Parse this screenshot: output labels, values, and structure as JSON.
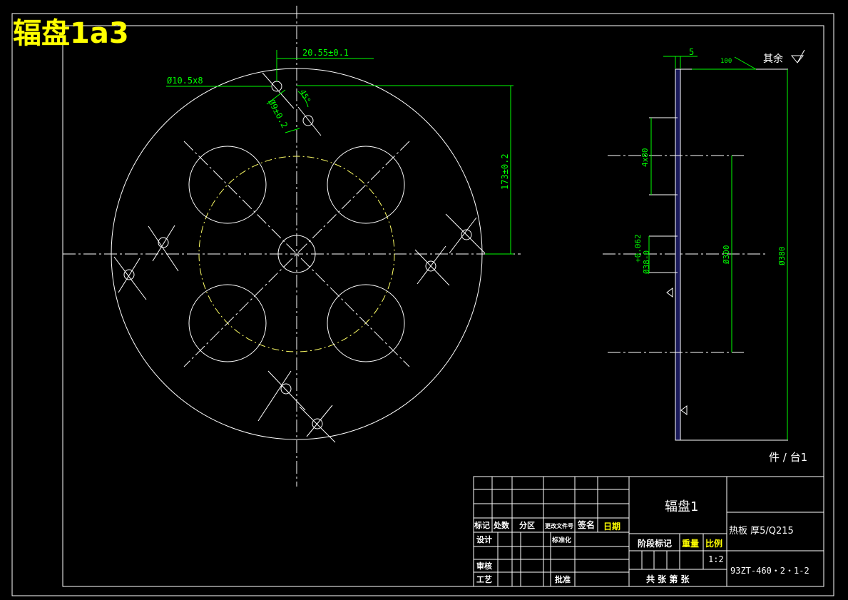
{
  "title": "辐盘1a3",
  "colors": {
    "background": "#000000",
    "line": "#ffffff",
    "dimension": "#00ff00",
    "title_yellow": "#ffff00",
    "bolt_circle": "#ffff66",
    "section_fill": "#1a1a5a"
  },
  "front_view": {
    "dim_offset": "20.55±0.1",
    "dim_hole": "Ø10.5x8",
    "dim_spacing": "Ø9±0.2",
    "dim_angle": "45°",
    "dim_height": "173±0.2"
  },
  "side_view": {
    "dim_thickness": "5",
    "roughness_value": "100",
    "roughness_rest": "其余",
    "dim_slot": "4x80",
    "dim_tol": "+0.062",
    "dim_tol2": "Ø38-0",
    "dim_d300": "Ø300",
    "dim_d380": "Ø380",
    "quantity_note": "件 / 台1"
  },
  "title_block": {
    "part_name": "辐盘1",
    "material": "热板 厚5/Q215",
    "drawing_number": "93ZT-460・2・1-2",
    "scale": "1:2",
    "labels": {
      "mark": "标记",
      "count": "处数",
      "zone": "分区",
      "change_doc": "更改文件号",
      "sign": "签名",
      "date": "日期",
      "design": "设计",
      "standardize": "标准化",
      "review": "审核",
      "process": "工艺",
      "approve": "批准",
      "stage_mark": "阶段标记",
      "weight": "重量",
      "ratio": "比例",
      "sheets": "共 张 第 张"
    }
  }
}
